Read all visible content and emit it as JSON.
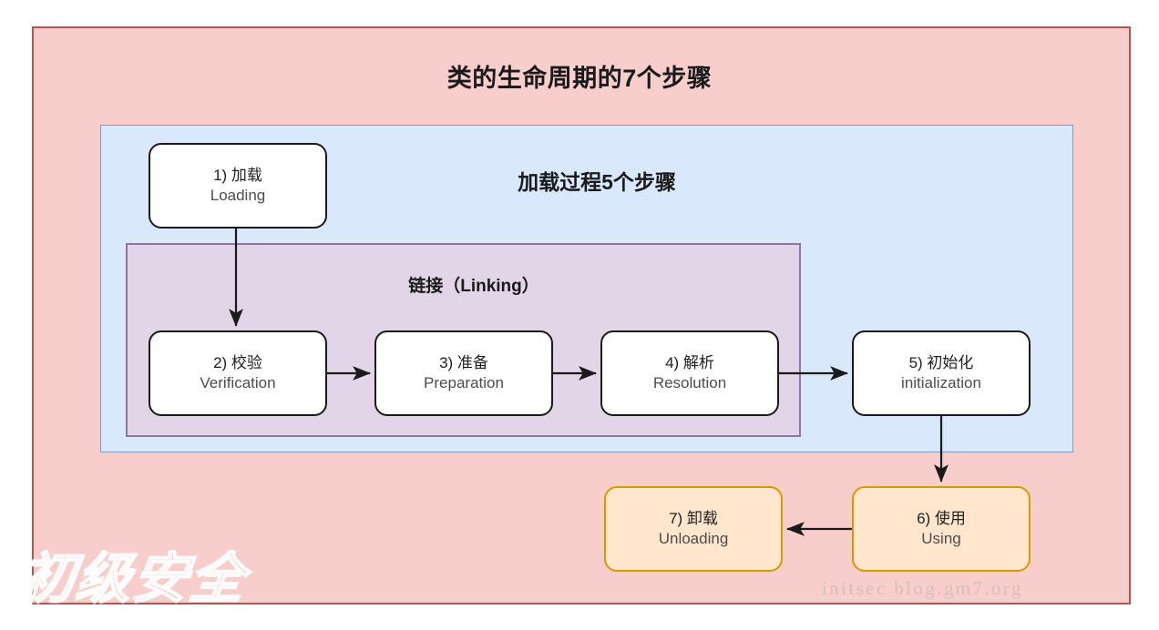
{
  "diagram": {
    "title": "类的生命周期的7个步骤",
    "panels": {
      "outer": {
        "fill": "#f8cecc",
        "stroke": "#b85450"
      },
      "loading": {
        "title": "加载过程5个步骤",
        "fill": "#dae8fc",
        "stroke": "#7f9ac4"
      },
      "linking": {
        "title": "链接（Linking）",
        "fill": "#e1d5e7",
        "stroke": "#9673a6"
      }
    },
    "nodes": [
      {
        "id": "loading",
        "cn": "1) 加载",
        "en": "Loading",
        "fill": "#ffffff",
        "stroke": "#1a1a1a"
      },
      {
        "id": "verification",
        "cn": "2) 校验",
        "en": "Verification",
        "fill": "#ffffff",
        "stroke": "#1a1a1a"
      },
      {
        "id": "preparation",
        "cn": "3) 准备",
        "en": "Preparation",
        "fill": "#ffffff",
        "stroke": "#1a1a1a"
      },
      {
        "id": "resolution",
        "cn": "4) 解析",
        "en": "Resolution",
        "fill": "#ffffff",
        "stroke": "#1a1a1a"
      },
      {
        "id": "initialization",
        "cn": "5) 初始化",
        "en": "initialization",
        "fill": "#ffffff",
        "stroke": "#1a1a1a"
      },
      {
        "id": "using",
        "cn": "6) 使用",
        "en": "Using",
        "fill": "#ffe6cc",
        "stroke": "#d79b00"
      },
      {
        "id": "unloading",
        "cn": "7) 卸载",
        "en": "Unloading",
        "fill": "#ffe6cc",
        "stroke": "#d79b00"
      }
    ],
    "edges": [
      {
        "from": "loading",
        "to": "verification",
        "direction": "down"
      },
      {
        "from": "verification",
        "to": "preparation",
        "direction": "right"
      },
      {
        "from": "preparation",
        "to": "resolution",
        "direction": "right"
      },
      {
        "from": "resolution",
        "to": "initialization",
        "direction": "right"
      },
      {
        "from": "initialization",
        "to": "using",
        "direction": "down"
      },
      {
        "from": "using",
        "to": "unloading",
        "direction": "left"
      }
    ]
  },
  "watermarks": {
    "url": "initsec blog.gm7.org",
    "cn": "初级安全"
  }
}
